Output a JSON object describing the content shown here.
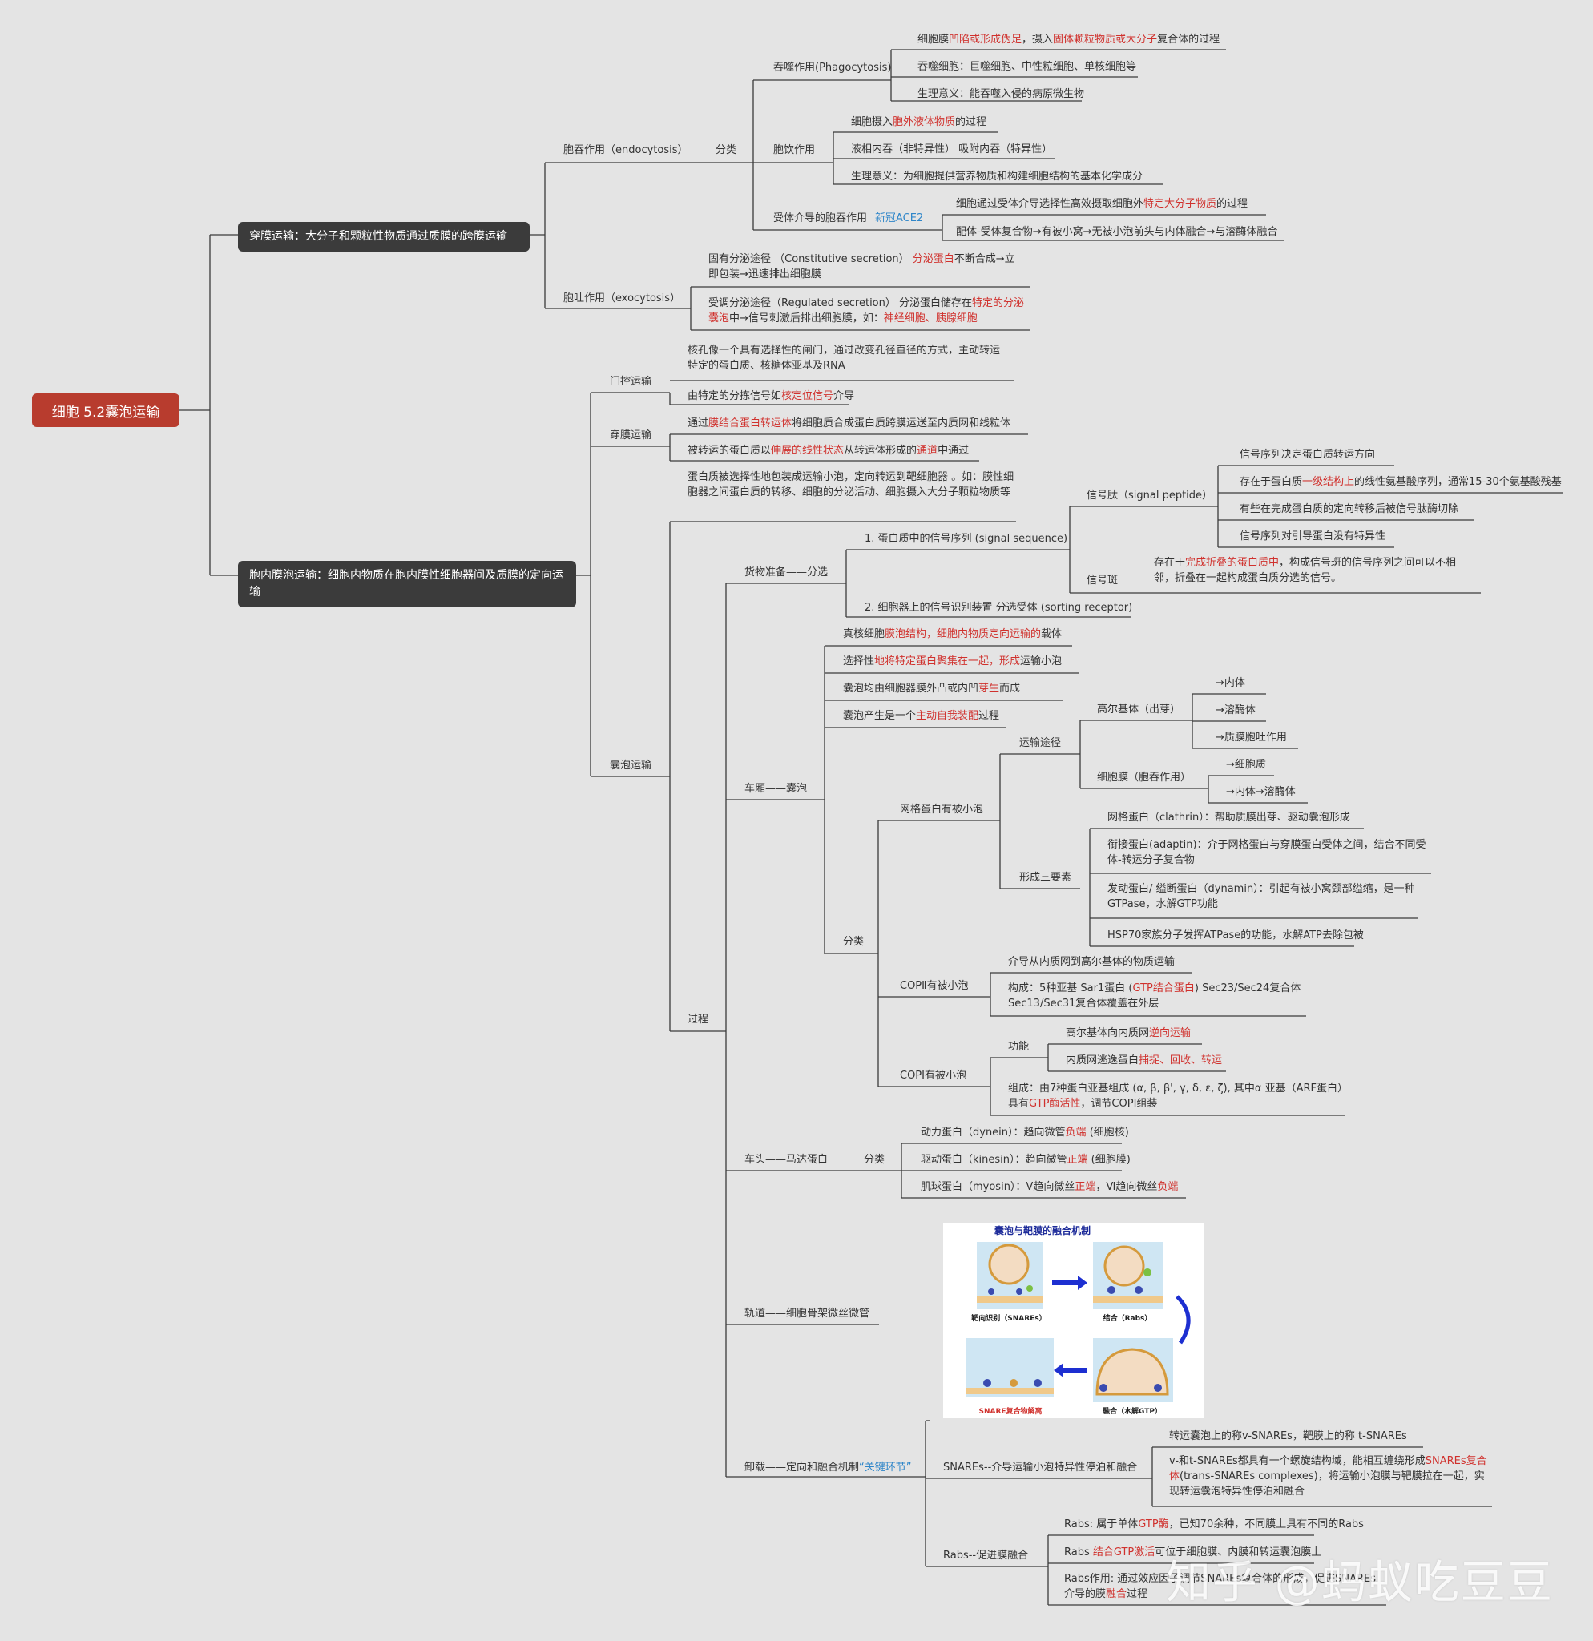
{
  "root": "细胞 5.2囊泡运输",
  "branch1": {
    "title": "穿膜运输：大分子和颗粒性物质通过质膜的跨膜运输",
    "endocytosis": "胞吞作用（endocytosis）",
    "classify": "分类",
    "phagocytosis": "吞噬作用(Phagocytosis)",
    "phago_items": [
      [
        "细胞膜",
        "凹陷或形成伪足",
        "，摄入",
        "固体颗粒物质或大分子",
        "复合体的过程"
      ],
      [
        "吞噬细胞：巨噬细胞、中性粒细胞、单核细胞等"
      ],
      [
        "生理意义：能吞噬入侵的病原微生物"
      ]
    ],
    "pinocytosis": "胞饮作用",
    "pino_items": [
      [
        "细胞摄入",
        "胞外液体物质",
        "的过程"
      ],
      [
        "液相内吞（非特异性）   吸附内吞（特异性）"
      ],
      [
        "生理意义：为细胞提供营养物质和构建细胞结构的基本化学成分"
      ]
    ],
    "receptor": "受体介导的胞吞作用",
    "receptor_tag": "新冠ACE2",
    "receptor_items": [
      [
        "细胞通过受体介导选择性高效摄取细胞外",
        "特定大分子物质",
        "的过程"
      ],
      [
        "配体-受体复合物→有被小窝→无被小泡前头与内体融合→与溶酶体融合"
      ]
    ],
    "exocytosis": "胞吐作用（exocytosis）",
    "exo_items": [
      [
        "固有分泌途径  （Constitutive secretion）   ",
        "分泌蛋白",
        "不断合成→立即包装→迅速排出细胞膜"
      ],
      [
        "受调分泌途径（Regulated secretion）   分泌蛋白储存在",
        "特定的分泌囊泡",
        "中→信号刺激后排出细胞膜，如：",
        "神经细胞、胰腺细胞"
      ]
    ]
  },
  "branch2": {
    "title": "胞内膜泡运输：细胞内物质在胞内膜性细胞器间及质膜的定向运输",
    "gated": "门控运输",
    "gated_items": [
      [
        "核孔像一个具有选择性的闸门，通过改变孔径直径的方式，主动转运特定的蛋白质、核糖体亚基及RNA"
      ],
      [
        "由特定的分拣信号如",
        "核定位信号",
        "介导"
      ]
    ],
    "transmembrane": "穿膜运输",
    "trans_items": [
      [
        "通过",
        "膜结合蛋白转运体",
        "将细胞质合成蛋白质跨膜运送至内质网和线粒体"
      ],
      [
        "被转运的蛋白质以",
        "伸展的线性状态",
        "从转运体形成的",
        "通道",
        "中通过"
      ]
    ],
    "vesicular": "囊泡运输",
    "ves_desc": "蛋白质被选择性地包装成运输小泡，定向转运到靶细胞器 。如：膜性细胞器之间蛋白质的转移、细胞的分泌活动、细胞摄入大分子颗粒物质等",
    "process": "过程",
    "cargo": {
      "label": "货物准备——分选",
      "s1": "1. 蛋白质中的信号序列 (signal sequence)",
      "signal_peptide": "信号肽（signal peptide）",
      "sp_items": [
        [
          "信号序列决定蛋白质转运方向"
        ],
        [
          "存在于蛋白质",
          "一级结构上",
          "的线性氨基酸序列，通常15-30个氨基酸残基"
        ],
        [
          "有些在完成蛋白质的定向转移后被信号肽酶切除"
        ],
        [
          "信号序列对引导蛋白没有特异性"
        ]
      ],
      "signal_patch": "信号斑",
      "patch_text": [
        "存在于",
        "完成折叠的蛋白质中",
        "，构成信号斑的信号序列之间可以不相邻，折叠在一起构成蛋白质分选的信号。"
      ],
      "s2": "2. 细胞器上的信号识别装置    分选受体 (sorting receptor)"
    },
    "car": {
      "label": "车厢——囊泡",
      "items": [
        [
          "真核细胞",
          "膜泡结构，细胞内物质定向运输的",
          "载体"
        ],
        [
          "选择性",
          "地将特定蛋白聚集在一起，形成",
          "运输小泡"
        ],
        [
          "囊泡均由细胞器膜外凸或内凹",
          "芽生",
          "而成"
        ],
        [
          "囊泡产生是一个",
          "主动自我装配",
          "过程"
        ]
      ],
      "classify": "分类",
      "clathrin_vesicle": "网格蛋白有被小泡",
      "route": "运输途径",
      "golgi": "高尔基体（出芽）",
      "golgi_items": [
        "→内体",
        "→溶酶体",
        "→质膜胞吐作用"
      ],
      "plasma": "细胞膜（胞吞作用）",
      "plasma_items": [
        "→细胞质",
        "→内体→溶酶体"
      ],
      "three": "形成三要素",
      "three_items": [
        [
          "网格蛋白（clathrin）：帮助质膜出芽、驱动囊泡形成"
        ],
        [
          "衔接蛋白(adaptin)：介于网格蛋白与穿膜蛋白受体之间，结合不同受体-转运分子复合物"
        ],
        [
          "发动蛋白/ 缢断蛋白（dynamin）：引起有被小窝颈部缢缩，是一种GTPase，水解GTP功能"
        ],
        [
          "HSP70家族分子发挥ATPase的功能，水解ATP去除包被"
        ]
      ],
      "copii": "COPⅡ有被小泡",
      "copii_items": [
        [
          "介导从内质网到高尔基体的物质运输"
        ],
        [
          "构成：5种亚基    Sar1蛋白 (",
          "GTP结合蛋白",
          ")      Sec23/Sec24复合体 Sec13/Sec31复合体覆盖在外层"
        ]
      ],
      "copi": "COPⅠ有被小泡",
      "function": "功能",
      "copi_func": [
        [
          "高尔基体向内质网",
          "逆向运输"
        ],
        [
          "内质网逃逸蛋白",
          "捕捉、回收、转运"
        ]
      ],
      "copi_comp": [
        "组成：由7种蛋白亚基组成 (α, β, β', γ, δ, ε, ζ),          其中α 亚基（ARF蛋白）具有",
        "GTP酶活性",
        "，调节COPⅠ组装"
      ]
    },
    "head": {
      "label": "车头——马达蛋白",
      "classify": "分类",
      "items": [
        [
          "动力蛋白（dynein）：趋向微管",
          "负端",
          " (细胞核)"
        ],
        [
          "驱动蛋白（kinesin）：趋向微管",
          "正端",
          " (细胞膜)"
        ],
        [
          "肌球蛋白（myosin）：Ⅴ趋向微丝",
          "正端",
          "，Ⅵ趋向微丝",
          "负端"
        ]
      ]
    },
    "track": "轨道——细胞骨架微丝微管",
    "figure": {
      "title": "囊泡与靶膜的融合机制",
      "c1": "靶向识别（SNAREs）",
      "c2": "结合（Rabs）",
      "c3": "SNARE复合物解离",
      "c4": "融合（水解GTP）"
    },
    "unload": {
      "label_a": "卸载——定向和融合机制",
      "label_b": "“关键环节”",
      "snares": "SNAREs--介导运输小泡特异性停泊和融合",
      "snare_items": [
        [
          "转运囊泡上的称v-SNAREs，靶膜上的称 t-SNAREs"
        ],
        [
          "v-和t-SNAREs都具有一个螺旋结构域，能相互缠绕形成",
          "SNAREs复合体",
          "(trans-SNAREs complexes)，将运输小泡膜与靶膜拉在一起，实现转运囊泡特异性停泊和融合"
        ]
      ],
      "rabs": "Rabs--促进膜融合",
      "rabs_items": [
        [
          "Rabs: 属于单体",
          "GTP酶",
          "，已知70余种，不同膜上具有不同的Rabs"
        ],
        [
          "Rabs ",
          "结合GTP激活",
          "可位于细胞膜、内膜和转运囊泡膜上"
        ],
        [
          "Rabs作用: 通过效应因子调节SNAREs复合体的形成，促进SNAREs介导的膜",
          "融合",
          "过程"
        ]
      ]
    }
  },
  "watermark": "知乎 @蚂蚁吃豆豆"
}
